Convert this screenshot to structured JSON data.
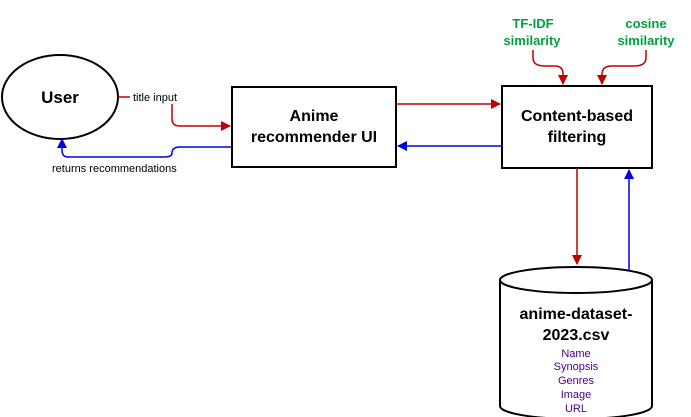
{
  "nodes": {
    "user": "User",
    "ui_line1": "Anime",
    "ui_line2": "recommender UI",
    "filter_line1": "Content-based",
    "filter_line2": "filtering",
    "dataset_line1": "anime-dataset-",
    "dataset_line2": "2023.csv"
  },
  "dataset_fields": [
    "Name",
    "Synopsis",
    "Genres",
    "Image",
    "URL"
  ],
  "annotations": {
    "tfidf_line1": "TF-IDF",
    "tfidf_line2": "similarity",
    "cosine_line1": "cosine",
    "cosine_line2": "similarity"
  },
  "edge_labels": {
    "title_input": "title input",
    "returns": "returns recommendations"
  },
  "colors": {
    "request_arrow": "#c00000",
    "response_arrow": "#0000e0",
    "annotation_text": "#00a040",
    "field_text": "#4b0082"
  }
}
